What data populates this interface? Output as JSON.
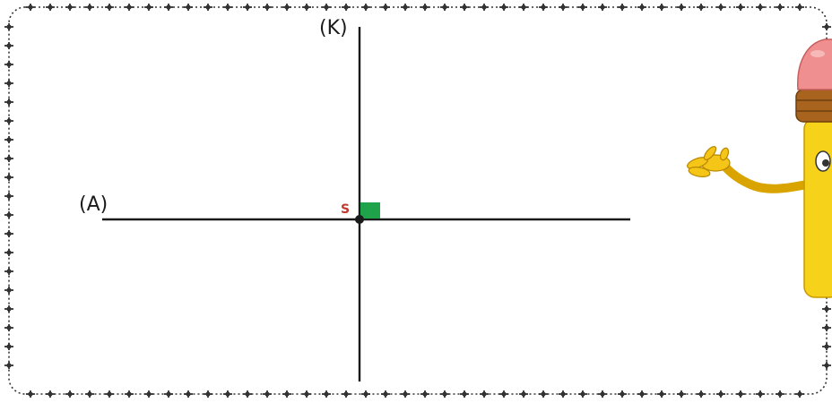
{
  "diagram": {
    "horizontal_line_label": "(A)",
    "vertical_line_label": "(K)",
    "intersection_label": "S",
    "right_angle_marker_color": "#1fa34a",
    "intersection_label_color": "#c0392b",
    "line_color": "#1a1a1a"
  },
  "mascot": {
    "icon": "pencil-mascot-icon"
  }
}
